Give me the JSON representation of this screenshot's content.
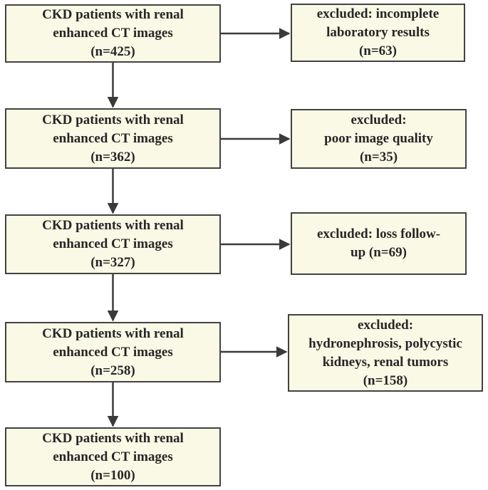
{
  "flowchart": {
    "main_boxes": [
      {
        "text": "CKD patients with renal\nenhanced CT images\n(n=425)",
        "n": "425"
      },
      {
        "text": "CKD patients with renal\nenhanced CT images\n(n=362)",
        "n": "362"
      },
      {
        "text": "CKD patients with renal\nenhanced CT images\n(n=327)",
        "n": "327"
      },
      {
        "text": "CKD patients with renal\nenhanced CT images\n(n=258)",
        "n": "258"
      },
      {
        "text": "CKD patients with renal\nenhanced CT images\n(n=100)",
        "n": "100"
      }
    ],
    "excluded_boxes": [
      {
        "text": "excluded: incomplete\nlaboratory results\n(n=63)",
        "n": "63"
      },
      {
        "text": "excluded:\npoor image quality\n(n=35)",
        "n": "35"
      },
      {
        "text": "excluded: loss follow-\nup (n=69)",
        "n": "69"
      },
      {
        "text": "excluded:\nhydronephrosis, polycystic\nkidneys, renal tumors\n(n=158)",
        "n": "158"
      }
    ],
    "colors": {
      "box_fill": "#faf9e6",
      "box_border": "#424242",
      "arrow": "#3a3a3a",
      "text": "#262626",
      "background": "#ffffff"
    }
  }
}
